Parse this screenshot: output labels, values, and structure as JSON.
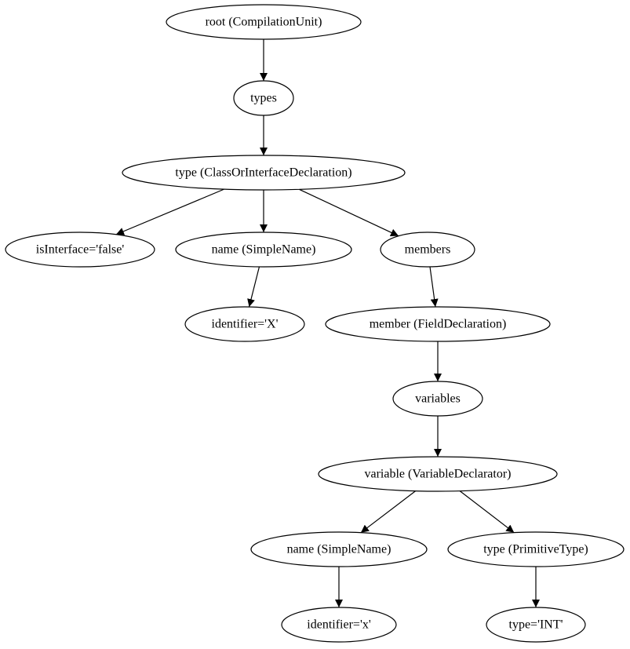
{
  "diagram": {
    "nodes": [
      {
        "id": "root",
        "label": "root (CompilationUnit)"
      },
      {
        "id": "types",
        "label": "types"
      },
      {
        "id": "type",
        "label": "type (ClassOrInterfaceDeclaration)"
      },
      {
        "id": "isInterface",
        "label": "isInterface='false'"
      },
      {
        "id": "name1",
        "label": "name (SimpleName)"
      },
      {
        "id": "members",
        "label": "members"
      },
      {
        "id": "identifierX",
        "label": "identifier='X'"
      },
      {
        "id": "member",
        "label": "member (FieldDeclaration)"
      },
      {
        "id": "variables",
        "label": "variables"
      },
      {
        "id": "variable",
        "label": "variable (VariableDeclarator)"
      },
      {
        "id": "name2",
        "label": "name (SimpleName)"
      },
      {
        "id": "type2",
        "label": "type (PrimitiveType)"
      },
      {
        "id": "identifierx",
        "label": "identifier='x'"
      },
      {
        "id": "typeINT",
        "label": "type='INT'"
      }
    ],
    "edges": [
      {
        "from": "root",
        "to": "types"
      },
      {
        "from": "types",
        "to": "type"
      },
      {
        "from": "type",
        "to": "isInterface"
      },
      {
        "from": "type",
        "to": "name1"
      },
      {
        "from": "type",
        "to": "members"
      },
      {
        "from": "name1",
        "to": "identifierX"
      },
      {
        "from": "members",
        "to": "member"
      },
      {
        "from": "member",
        "to": "variables"
      },
      {
        "from": "variables",
        "to": "variable"
      },
      {
        "from": "variable",
        "to": "name2"
      },
      {
        "from": "variable",
        "to": "type2"
      },
      {
        "from": "name2",
        "to": "identifierx"
      },
      {
        "from": "type2",
        "to": "typeINT"
      }
    ]
  }
}
